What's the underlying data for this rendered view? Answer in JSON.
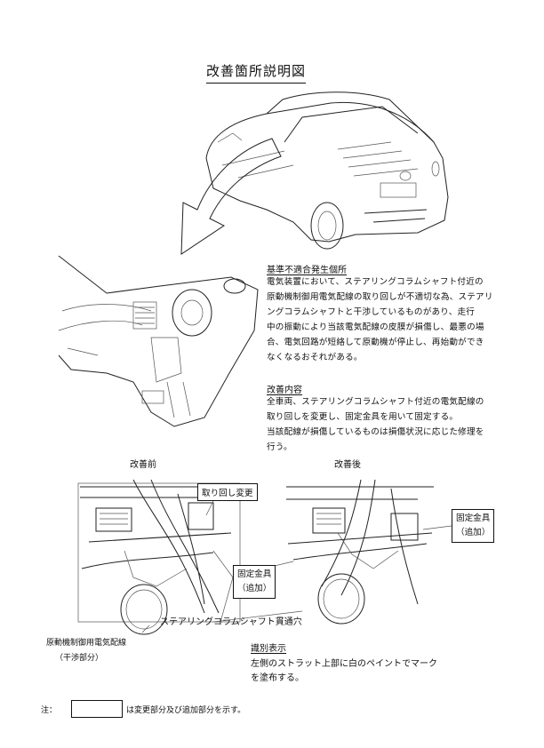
{
  "title": "改善箇所説明図",
  "section1": {
    "heading": "基準不適合発生個所",
    "lines": [
      "電気装置において、ステアリングコラムシャフト付近の",
      "原動機制御用電気配線の取り回しが不適切な為、ステアリ",
      "ングコラムシャフトと干渉しているものがあり、走行",
      "中の振動により当該電気配線の皮膜が損傷し、最悪の場",
      "合、電気回路が短絡して原動機が停止し、再始動ができ",
      "なくなるおそれがある。"
    ]
  },
  "section2": {
    "heading": "改善内容",
    "lines": [
      "全車両、ステアリングコラムシャフト付近の電気配線の",
      "取り回しを変更し、固定金具を用いて固定する。",
      "当該配線が損傷しているものは損傷状況に応じた修理を",
      "行う。"
    ]
  },
  "before": {
    "label": "改善前",
    "reroute_label": "取り回し変更",
    "wire_line1": "原動機制御用電気配線",
    "wire_line2": "（干渉部分）"
  },
  "after": {
    "label": "改善後",
    "bracket_right_line1": "固定金具",
    "bracket_right_line2": "（追加）",
    "bracket_left_line1": "固定金具",
    "bracket_left_line2": "（追加）"
  },
  "column_hole_label": "ステアリングコラムシャフト貫通穴",
  "identification": {
    "heading": "識別表示",
    "line1": "左側のストラット上部に白のペイントでマーク",
    "line2": "を塗布する。"
  },
  "note": {
    "prefix": "注：",
    "text": "は変更部分及び追加部分を示す。"
  }
}
